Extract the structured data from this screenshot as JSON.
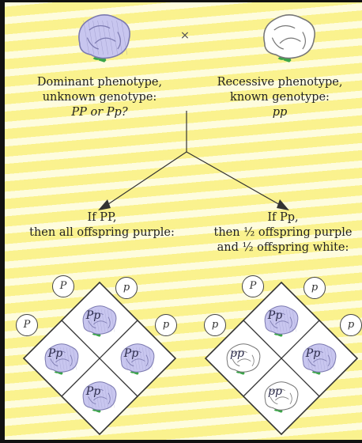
{
  "symbols": {
    "cross": "×"
  },
  "left_parent": {
    "line1": "Dominant phenotype,",
    "line2": "unknown genotype:",
    "line3": "PP or Pp?"
  },
  "right_parent": {
    "line1": "Recessive phenotype,",
    "line2": "known genotype:",
    "line3": "pp"
  },
  "left_case": {
    "line1": "If PP,",
    "line2": "then all offspring purple:"
  },
  "right_case": {
    "line1": "If Pp,",
    "line2": "then ½ offspring purple",
    "line3": "and ½ offspring white:"
  },
  "left_square": {
    "gametes": {
      "top_left": "P",
      "top_right": "p",
      "side_left": "P",
      "side_right": "p"
    },
    "cells": [
      {
        "genotype": "Pp",
        "flower": "purple"
      },
      {
        "genotype": "Pp",
        "flower": "purple"
      },
      {
        "genotype": "Pp",
        "flower": "purple"
      },
      {
        "genotype": "Pp",
        "flower": "purple"
      }
    ]
  },
  "right_square": {
    "gametes": {
      "top_left": "P",
      "top_right": "p",
      "side_left": "p",
      "side_right": "p"
    },
    "cells": [
      {
        "genotype": "Pp",
        "flower": "purple"
      },
      {
        "genotype": "pp",
        "flower": "white"
      },
      {
        "genotype": "Pp",
        "flower": "purple"
      },
      {
        "genotype": "pp",
        "flower": "white"
      }
    ]
  },
  "colors": {
    "purple": "#c8c6ef",
    "purple_edge": "#7c7ab0",
    "white": "#ffffff",
    "white_edge": "#777777",
    "leaf": "#3aa548",
    "background": "#fdf8b4"
  }
}
